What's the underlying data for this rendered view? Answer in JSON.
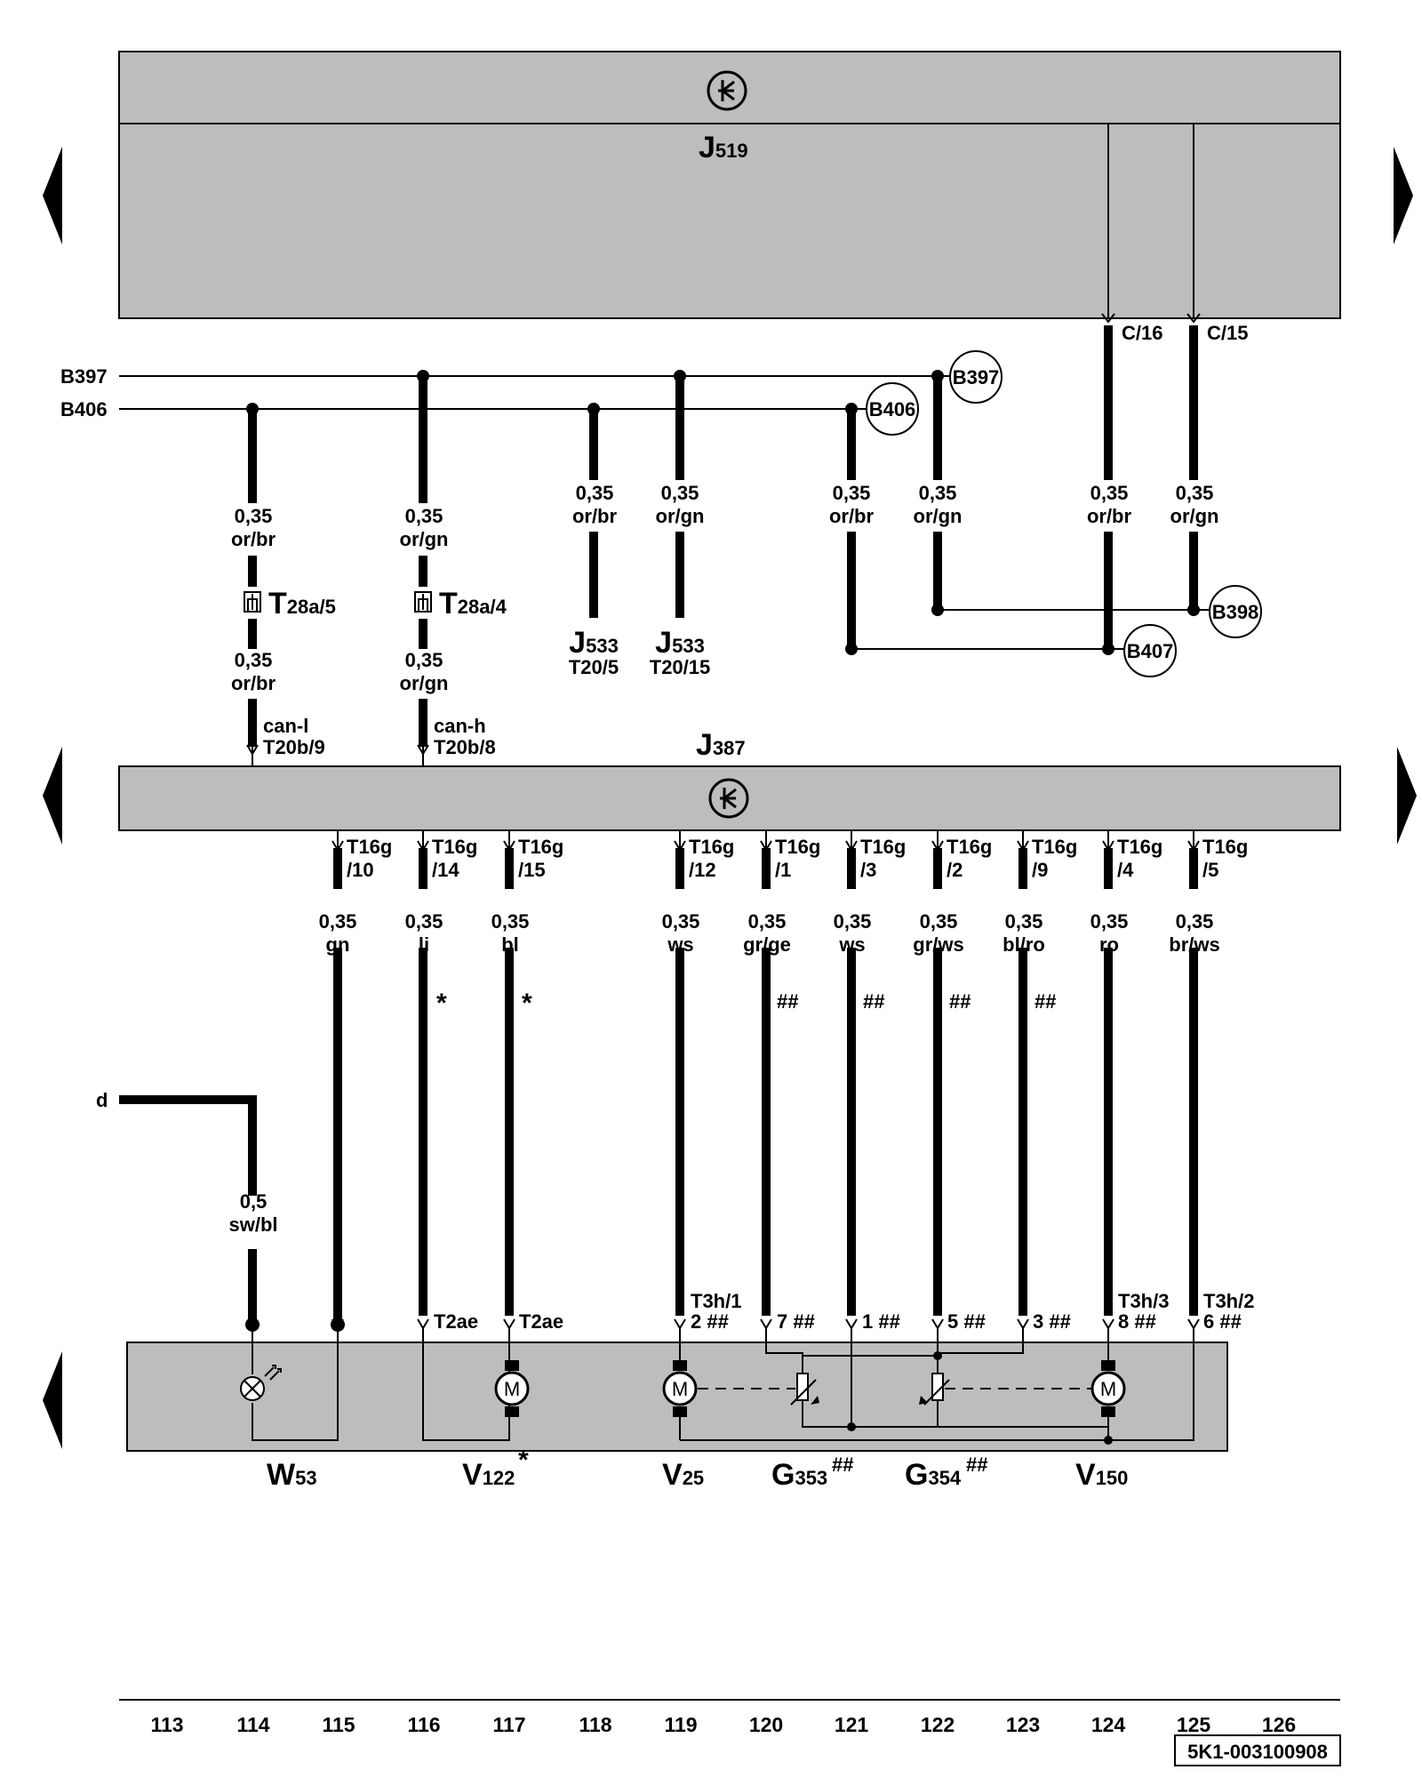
{
  "modules": {
    "j519": {
      "label": "J",
      "sub": "519"
    },
    "j387": {
      "label": "J",
      "sub": "387"
    }
  },
  "connectors_top": {
    "c16": "C/16",
    "c15": "C/15"
  },
  "bus": {
    "b397": "B397",
    "b406": "B406"
  },
  "nodes": {
    "b397": "B397",
    "b406": "B406",
    "b398": "B398",
    "b407": "B407"
  },
  "wires_upper": [
    {
      "size": "0,35",
      "color": "or/br"
    },
    {
      "size": "0,35",
      "color": "or/gn"
    },
    {
      "size": "0,35",
      "color": "or/br"
    },
    {
      "size": "0,35",
      "color": "or/gn"
    },
    {
      "size": "0,35",
      "color": "or/br"
    },
    {
      "size": "0,35",
      "color": "or/gn"
    },
    {
      "size": "0,35",
      "color": "or/br"
    },
    {
      "size": "0,35",
      "color": "or/gn"
    }
  ],
  "connectors_mid": [
    {
      "main": "T",
      "sub": "28a/5"
    },
    {
      "main": "T",
      "sub": "28a/4"
    }
  ],
  "wires_mid": [
    {
      "size": "0,35",
      "color": "or/br"
    },
    {
      "size": "0,35",
      "color": "or/gn"
    }
  ],
  "j533": [
    {
      "main": "J",
      "sub": "533",
      "pin": "T20/5"
    },
    {
      "main": "J",
      "sub": "533",
      "pin": "T20/15"
    }
  ],
  "can": [
    {
      "name": "can-l",
      "pin": "T20b/9"
    },
    {
      "name": "can-h",
      "pin": "T20b/8"
    }
  ],
  "pins_j387": [
    {
      "a": "T16g",
      "b": "/10"
    },
    {
      "a": "T16g",
      "b": "/14"
    },
    {
      "a": "T16g",
      "b": "/15"
    },
    {
      "a": "T16g",
      "b": "/12"
    },
    {
      "a": "T16g",
      "b": "/1"
    },
    {
      "a": "T16g",
      "b": "/3"
    },
    {
      "a": "T16g",
      "b": "/2"
    },
    {
      "a": "T16g",
      "b": "/9"
    },
    {
      "a": "T16g",
      "b": "/4"
    },
    {
      "a": "T16g",
      "b": "/5"
    }
  ],
  "wires_lower": [
    {
      "size": "0,35",
      "color": "gn"
    },
    {
      "size": "0,35",
      "color": "li"
    },
    {
      "size": "0,35",
      "color": "bl"
    },
    {
      "size": "0,35",
      "color": "ws"
    },
    {
      "size": "0,35",
      "color": "gr/ge"
    },
    {
      "size": "0,35",
      "color": "ws"
    },
    {
      "size": "0,35",
      "color": "gr/ws"
    },
    {
      "size": "0,35",
      "color": "bl/ro"
    },
    {
      "size": "0,35",
      "color": "ro"
    },
    {
      "size": "0,35",
      "color": "br/ws"
    }
  ],
  "marks": {
    "star": "*",
    "hash": "##"
  },
  "d_line": {
    "label": "d",
    "size": "0,5",
    "color": "sw/bl"
  },
  "component_pins": {
    "t2ae_1": "T2ae",
    "t2ae_2": "T2ae",
    "t3h1": "T3h/1",
    "t3h3": "T3h/3",
    "t3h2": "T3h/2",
    "p2": "2 ##",
    "p7": "7 ##",
    "p1": "1 ##",
    "p5": "5 ##",
    "p3": "3 ##",
    "p8": "8 ##",
    "p6": "6 ##"
  },
  "motor_glyph": "M",
  "components": [
    {
      "main": "W",
      "sub": "53",
      "mark": ""
    },
    {
      "main": "V",
      "sub": "122",
      "mark": "*"
    },
    {
      "main": "V",
      "sub": "25",
      "mark": ""
    },
    {
      "main": "G",
      "sub": "353",
      "mark": "##"
    },
    {
      "main": "G",
      "sub": "354",
      "mark": "##"
    },
    {
      "main": "V",
      "sub": "150",
      "mark": ""
    }
  ],
  "axis_numbers": [
    "113",
    "114",
    "115",
    "116",
    "117",
    "118",
    "119",
    "120",
    "121",
    "122",
    "123",
    "124",
    "125",
    "126"
  ],
  "doc_id": "5K1-003100908"
}
